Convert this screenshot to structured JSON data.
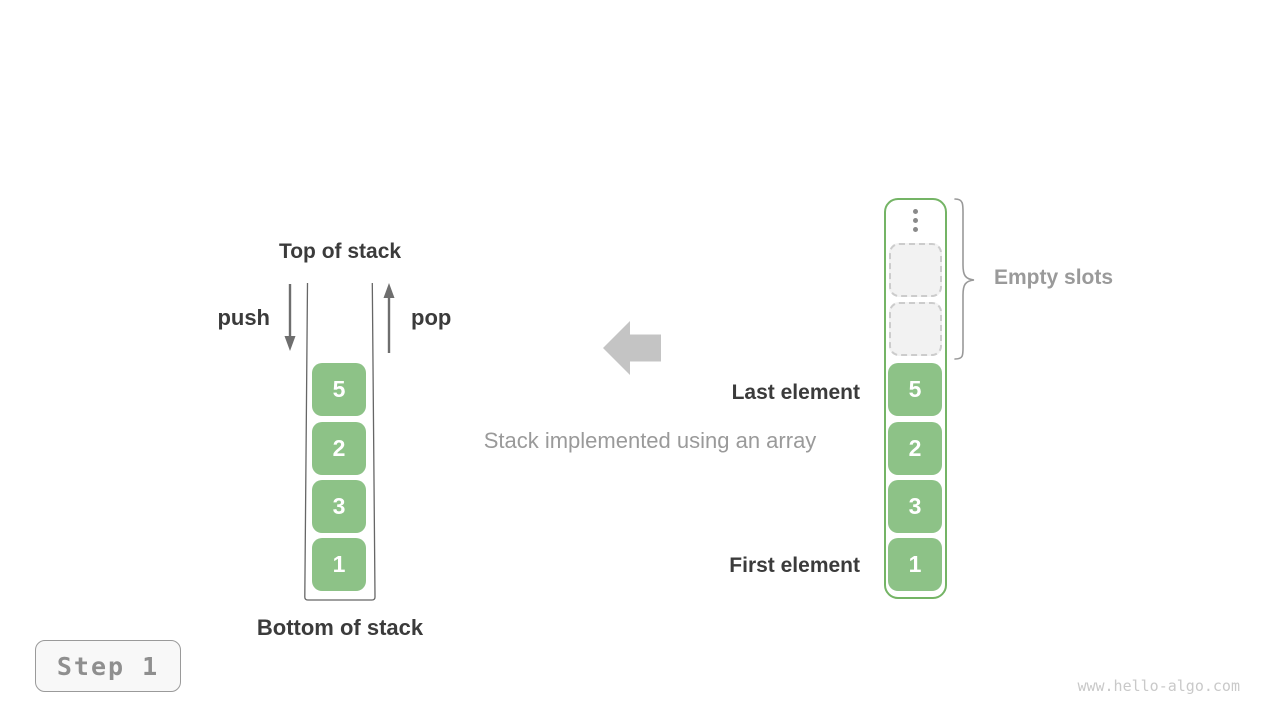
{
  "colors": {
    "cell_green": "#8dc287",
    "array_border_green": "#74b465",
    "label_dark": "#3b3b3b",
    "label_gray": "#9a9a9a",
    "slot_fill": "#f2f2f2",
    "slot_border": "#cccccc",
    "arrow_gray": "#6e6e6e",
    "block_arrow_gray": "#c4c4c4",
    "container_line_gray": "#666666",
    "brace_gray": "#999999",
    "dots_gray": "#8a8a8a",
    "step_text_gray": "#8f8f8f",
    "step_border_gray": "#9a9a9a",
    "step_fill": "#f8f8f8",
    "watermark_gray": "#c9c9c9"
  },
  "stack": {
    "top_label": "Top of stack",
    "bottom_label": "Bottom of stack",
    "push_label": "push",
    "pop_label": "pop",
    "values": [
      "5",
      "2",
      "3",
      "1"
    ]
  },
  "caption": "Stack implemented using an array",
  "array": {
    "values": [
      "5",
      "2",
      "3",
      "1"
    ],
    "empty_slot_count": 2,
    "empty_slots_label": "Empty slots",
    "last_element_label": "Last element",
    "first_element_label": "First element"
  },
  "footer": {
    "step_label": "Step 1",
    "watermark": "www.hello-algo.com"
  }
}
